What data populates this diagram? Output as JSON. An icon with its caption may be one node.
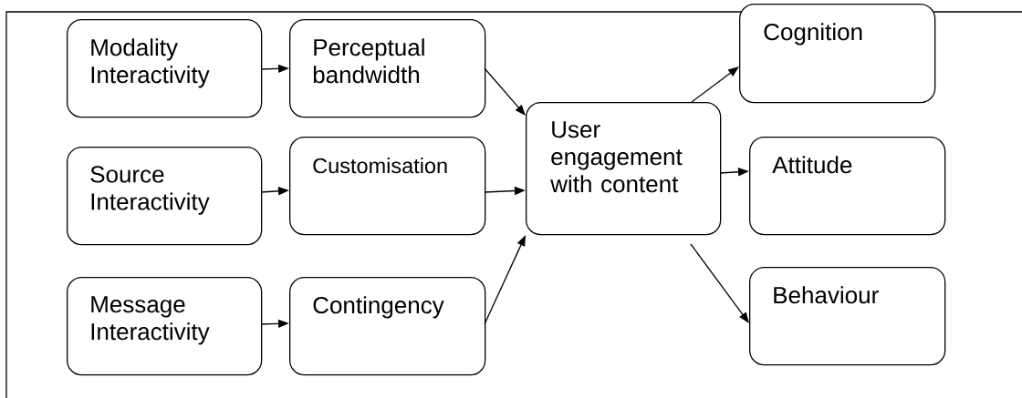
{
  "diagram": {
    "nodes": [
      {
        "text": [
          "Modality Interactivity"
        ]
      },
      {
        "text": [
          "Perceptual bandwidth"
        ]
      },
      {
        "text": [
          "Source Interactivity"
        ]
      },
      {
        "text": [
          "Customisation"
        ]
      },
      {
        "text": [
          "Message Interactivity"
        ]
      },
      {
        "text": [
          "Contingency"
        ]
      },
      {
        "text": [
          "User engagement with content"
        ]
      },
      {
        "text": [
          "Cognition"
        ]
      },
      {
        "text": [
          "Attitude"
        ]
      },
      {
        "text": [
          "Behaviour"
        ]
      }
    ],
    "edges": [
      {
        "from": 0,
        "to": 1,
        "arrow": "to"
      },
      {
        "from": 2,
        "to": 3,
        "arrow": "to"
      },
      {
        "from": 4,
        "to": 5,
        "arrow": "to"
      },
      {
        "from": 1,
        "to": 6,
        "arrow": "to"
      },
      {
        "from": 3,
        "to": 6,
        "arrow": "to"
      },
      {
        "from": 5,
        "to": 6,
        "arrow": "to"
      },
      {
        "from": 6,
        "to": 7,
        "arrow": "to"
      },
      {
        "from": 6,
        "to": 8,
        "arrow": "to"
      },
      {
        "from": 6,
        "to": 9,
        "arrow": "to"
      }
    ]
  }
}
